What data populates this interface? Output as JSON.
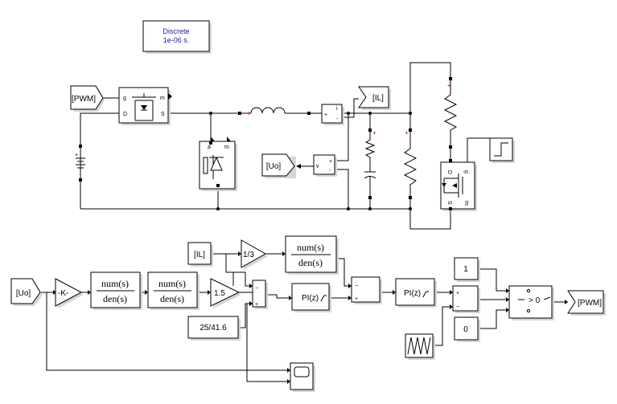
{
  "solver": {
    "line1": "Discrete",
    "line2": "1e-06 s."
  },
  "tags": {
    "pwm_from": "[PWM]",
    "il_goto": "[IL]",
    "uo_goto": "[Uo]",
    "uo_from": "[Uo]",
    "il_from": "[IL]",
    "pwm_goto": "[PWM]"
  },
  "mosfet1": {
    "g": "g",
    "m": "m",
    "d": "D",
    "s": "S"
  },
  "mosfet2": {
    "d": "D",
    "g": "g",
    "s": "S",
    "m": "m"
  },
  "diode": {
    "k": "a",
    "m": "m"
  },
  "vmeas": {
    "v": "v",
    "plus": "+",
    "minus": "-"
  },
  "imeas": {
    "plus": "+",
    "i": "i",
    "minus": "-"
  },
  "gains": {
    "k": "-K-",
    "g1": "1.5",
    "g2": "1/3"
  },
  "tf": {
    "num": "num(s)",
    "den": "den(s)"
  },
  "constant_ref": "25/41.6",
  "pi": "PI(z)",
  "sum_signs": {
    "plus": "+",
    "minus": "−"
  },
  "const_one": "1",
  "const_zero": "0",
  "switch_label": "> 0",
  "colors": {
    "solver_text": "#1a1ab4",
    "polarity_mark": "#d40000"
  }
}
